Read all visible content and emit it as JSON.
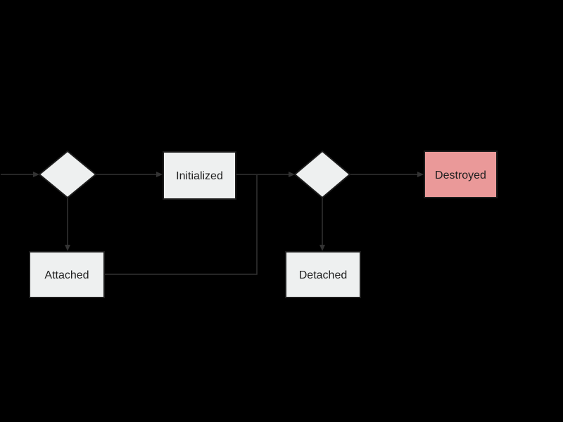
{
  "diagram": {
    "type": "flowchart",
    "description": "Lifecycle state diagram on black background: entry arrow to a decision diamond leading to Initialized or Attached; both paths merge into a second decision diamond leading to Destroyed or Detached.",
    "nodes": {
      "decision1": {
        "shape": "diamond",
        "label": ""
      },
      "initialized": {
        "shape": "rect",
        "label": "Initialized"
      },
      "attached": {
        "shape": "rect",
        "label": "Attached"
      },
      "decision2": {
        "shape": "diamond",
        "label": ""
      },
      "destroyed": {
        "shape": "rect",
        "label": "Destroyed"
      },
      "detached": {
        "shape": "rect",
        "label": "Detached"
      }
    },
    "edges": [
      {
        "from": "entry",
        "to": "decision1",
        "arrow": true
      },
      {
        "from": "decision1",
        "to": "initialized",
        "arrow": true
      },
      {
        "from": "decision1",
        "to": "attached",
        "arrow": true
      },
      {
        "from": "initialized",
        "to": "decision2",
        "arrow": true
      },
      {
        "from": "attached",
        "to": "decision2",
        "arrow": false,
        "note": "merges into initialized-to-decision2 line"
      },
      {
        "from": "decision2",
        "to": "destroyed",
        "arrow": true
      },
      {
        "from": "decision2",
        "to": "detached",
        "arrow": true
      }
    ],
    "colors": {
      "background": "#000000",
      "node_fill": "#eef0f0",
      "node_border": "#1c1c1c",
      "destroyed_fill": "#ea9999",
      "connector": "#333333",
      "text": "#212121"
    }
  }
}
